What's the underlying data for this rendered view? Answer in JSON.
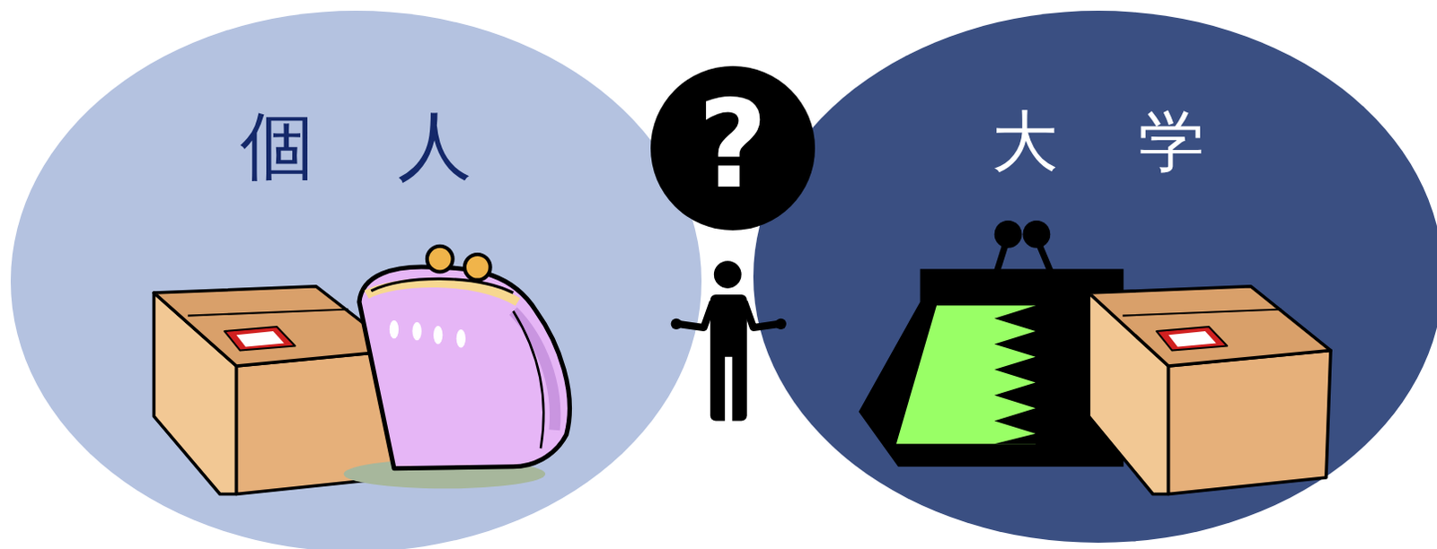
{
  "diagram": {
    "nodes": [
      {
        "text": [
          "個 人"
        ]
      },
      {
        "text": [
          "大 学"
        ]
      },
      {
        "text": [
          "?"
        ]
      }
    ]
  }
}
